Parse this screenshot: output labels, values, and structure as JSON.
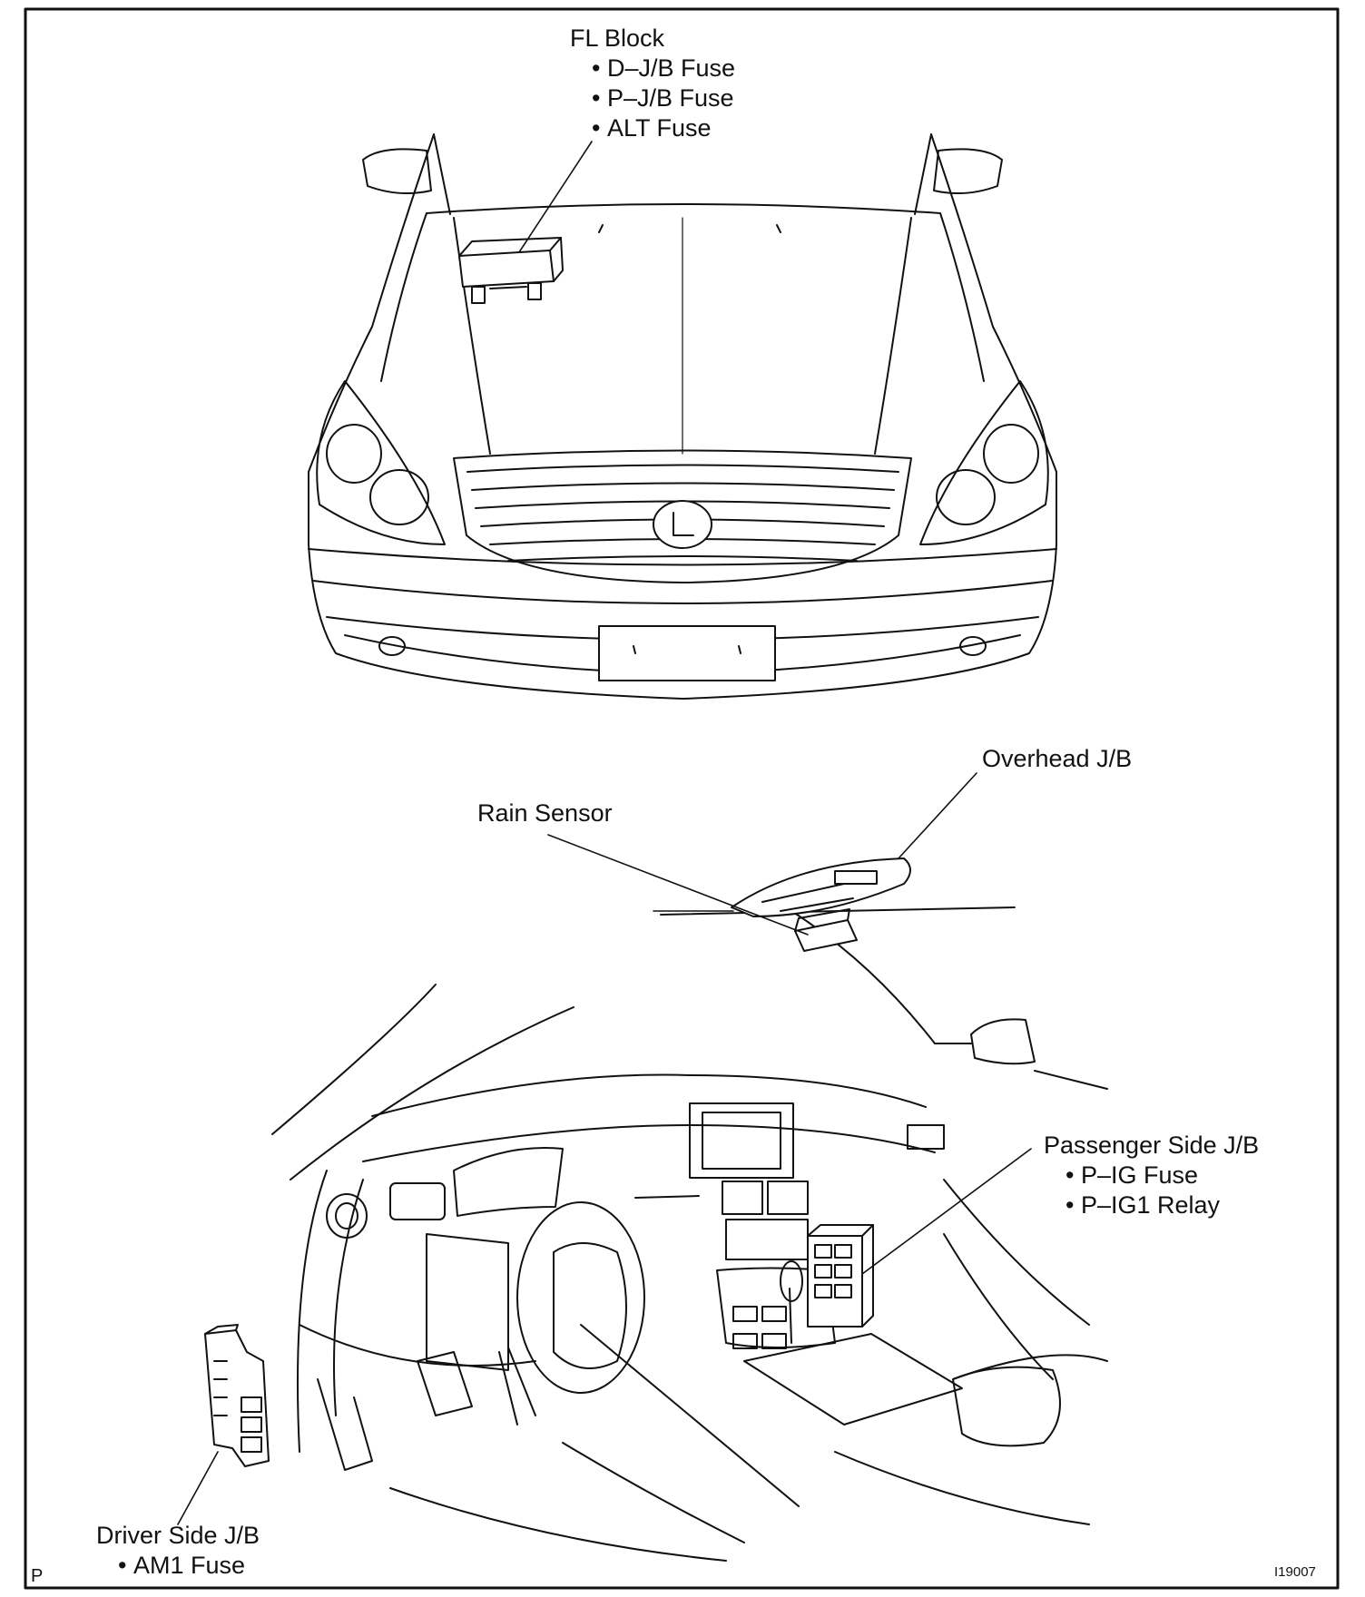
{
  "labels": {
    "fl_block": {
      "title": "FL Block",
      "items": [
        "D–J/B Fuse",
        "P–J/B Fuse",
        "ALT Fuse"
      ]
    },
    "overhead_jb": {
      "title": "Overhead J/B"
    },
    "rain_sensor": {
      "title": "Rain Sensor"
    },
    "passenger_side_jb": {
      "title": "Passenger Side J/B",
      "items": [
        "P–IG Fuse",
        "P–IG1 Relay"
      ]
    },
    "driver_side_jb": {
      "title": "Driver Side J/B",
      "items": [
        "AM1 Fuse"
      ]
    }
  },
  "corner_mark": "P",
  "figure_code": "I19007"
}
